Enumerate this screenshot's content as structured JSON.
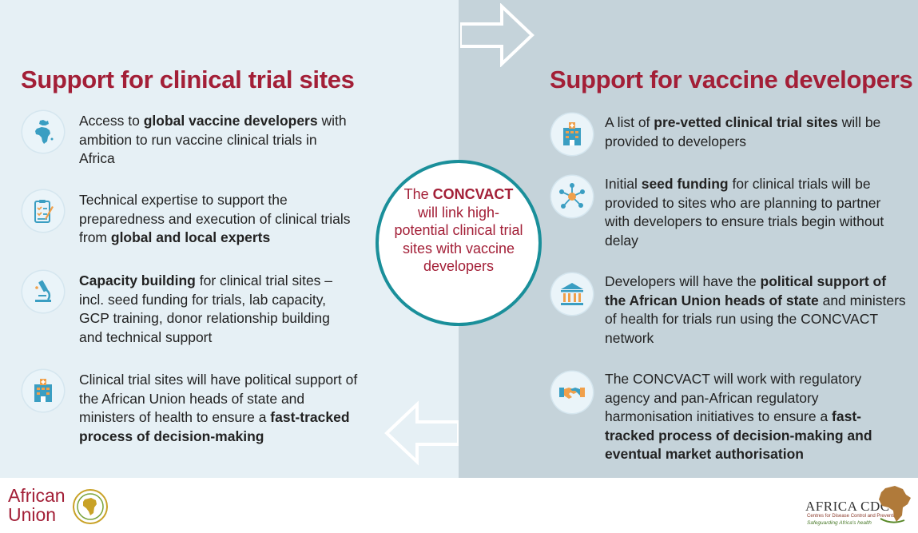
{
  "left": {
    "heading": "Support for clinical trial sites",
    "items": [
      {
        "icon": "africa-europe-map-icon",
        "segments": [
          {
            "t": "Access to "
          },
          {
            "t": "global vaccine developers",
            "b": true
          },
          {
            "t": " with ambition to run vaccine clinical trials in Africa"
          }
        ]
      },
      {
        "icon": "clipboard-checklist-icon",
        "segments": [
          {
            "t": "Technical expertise to support the preparedness and execution of clinical trials from "
          },
          {
            "t": "global and local experts",
            "b": true
          }
        ]
      },
      {
        "icon": "microscope-icon",
        "segments": [
          {
            "t": "Capacity building",
            "b": true
          },
          {
            "t": " for clinical trial sites –incl. seed funding for trials, lab capacity, GCP training, donor relationship building and technical support"
          }
        ]
      },
      {
        "icon": "hospital-icon",
        "segments": [
          {
            "t": "Clinical trial sites will have political support of the African Union heads of state and ministers of health to ensure a "
          },
          {
            "t": "fast-tracked process of decision-making",
            "b": true
          }
        ]
      }
    ]
  },
  "right": {
    "heading": "Support for vaccine developers",
    "items": [
      {
        "icon": "hospital-icon",
        "segments": [
          {
            "t": "A list of "
          },
          {
            "t": "pre-vetted clinical trial sites",
            "b": true
          },
          {
            "t": " will be provided to developers"
          }
        ]
      },
      {
        "icon": "network-nodes-icon",
        "segments": [
          {
            "t": "Initial "
          },
          {
            "t": "seed funding",
            "b": true
          },
          {
            "t": " for clinical trials will be provided to sites who are planning to partner with developers to ensure trials begin without delay"
          }
        ]
      },
      {
        "icon": "government-building-icon",
        "segments": [
          {
            "t": "Developers will have the "
          },
          {
            "t": "political support of the African Union heads of state",
            "b": true
          },
          {
            "t": " and ministers of health for trials run using the CONCVACT network"
          }
        ]
      },
      {
        "icon": "handshake-icon",
        "segments": [
          {
            "t": "The CONCVACT will work with regulatory agency and pan-African regulatory harmonisation initiatives to ensure a "
          },
          {
            "t": "fast-tracked process of decision-making and eventual market authorisation",
            "b": true
          }
        ]
      }
    ]
  },
  "center": {
    "segments": [
      {
        "t": "The "
      },
      {
        "t": "CONCVACT",
        "b": true
      },
      {
        "t": " will link high-potential clinical trial sites with vaccine developers"
      }
    ]
  },
  "logos": {
    "african_union": "African Union",
    "africa_cdc_title": "AFRICA CDC",
    "africa_cdc_subtitle": "Centres for Disease Control and Prevention",
    "africa_cdc_tagline": "Safeguarding Africa's health"
  },
  "colors": {
    "heading": "#a31f37",
    "accent_teal": "#1a8f9a",
    "left_panel": "#e6f0f5",
    "right_panel": "#c5d3da",
    "icon_fill": "#3a9ec2",
    "icon_orange": "#f0a04b"
  }
}
